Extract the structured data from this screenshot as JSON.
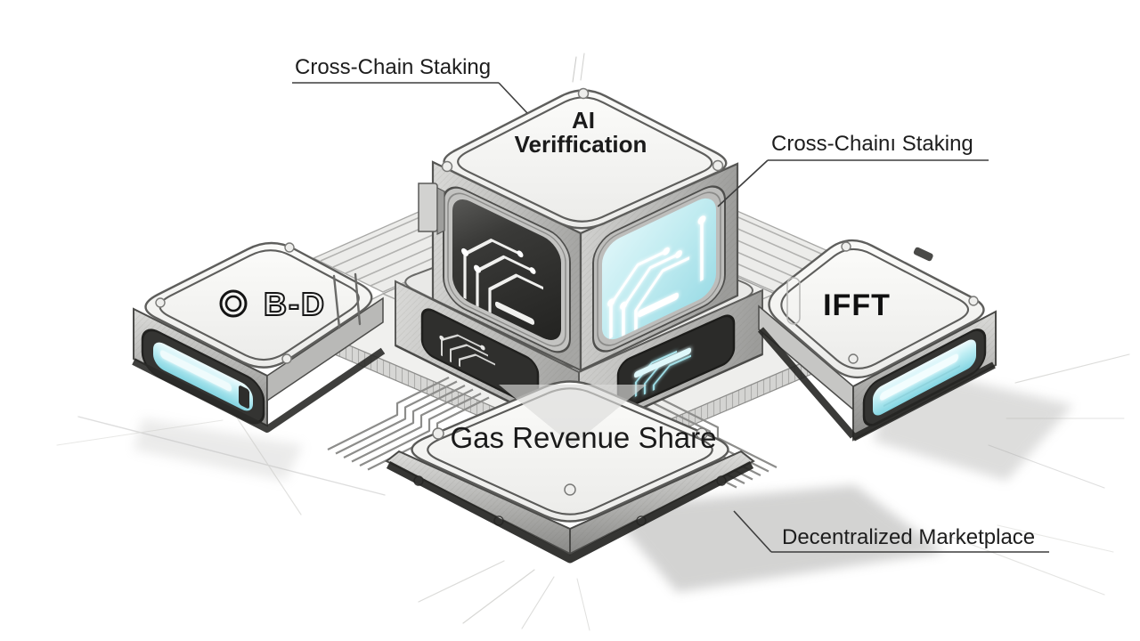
{
  "background": "#ffffff",
  "callouts": {
    "left": {
      "label": "Cross-Chain Staking"
    },
    "right": {
      "label": "Cross-Chainı Staking"
    },
    "bottom": {
      "label": "Decentralized Marketplace"
    }
  },
  "modules": {
    "tower": {
      "line1": "AI",
      "line2": "Veriffication"
    },
    "left_block": {
      "label": "B-D",
      "icon": "double-circle-icon"
    },
    "right_block": {
      "label": "IFFT"
    },
    "front_block": {
      "label": "Gas Revenue Share"
    }
  },
  "palette": {
    "ink": "#1c1c1c",
    "pencil_line": "#3d3d3d",
    "metal_gray": "#b6b6b4",
    "glow_cyan": "#bfeef4",
    "panel_dark": "#2f2f2d",
    "shadow_gray": "#a8a8a6"
  }
}
